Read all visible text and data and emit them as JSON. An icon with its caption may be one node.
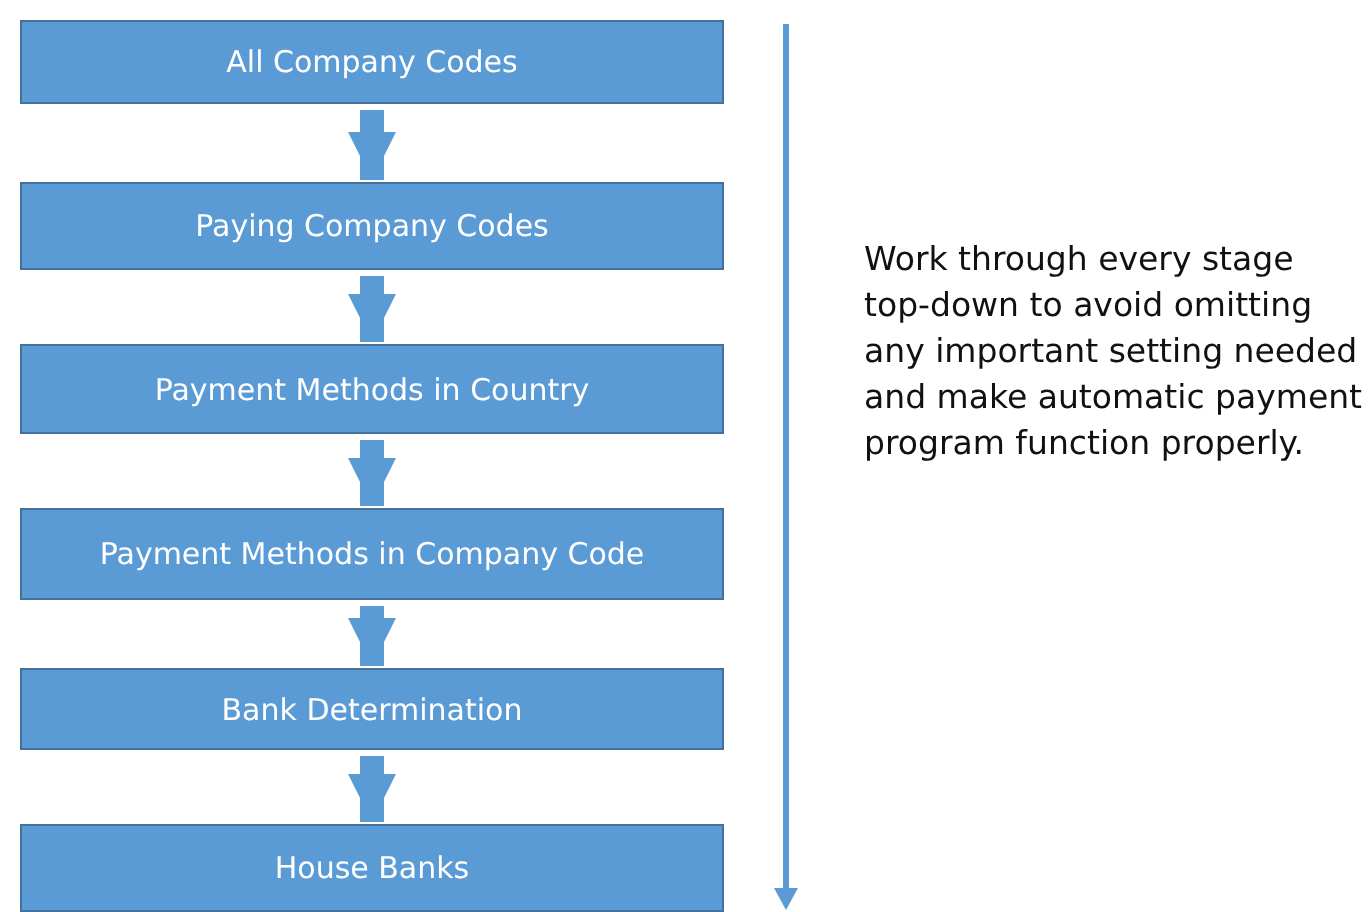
{
  "diagram": {
    "nodes": [
      {
        "text": [
          "All Company Codes"
        ]
      },
      {
        "text": [
          "Paying Company Codes"
        ]
      },
      {
        "text": [
          "Payment Methods in Country"
        ]
      },
      {
        "text": [
          "Payment Methods in Company Code"
        ]
      },
      {
        "text": [
          "Bank Determination"
        ]
      },
      {
        "text": [
          "House Banks"
        ]
      }
    ],
    "edges": [
      {
        "from": 0,
        "to": 1,
        "arrow": "to"
      },
      {
        "from": 1,
        "to": 2,
        "arrow": "to"
      },
      {
        "from": 2,
        "to": 3,
        "arrow": "to"
      },
      {
        "from": 3,
        "to": 4,
        "arrow": "to"
      },
      {
        "from": 4,
        "to": 5,
        "arrow": "to"
      }
    ],
    "labels": [
      "Work through every stage top-down to avoid omitting any important setting needed and make automatic payment program function properly."
    ]
  }
}
